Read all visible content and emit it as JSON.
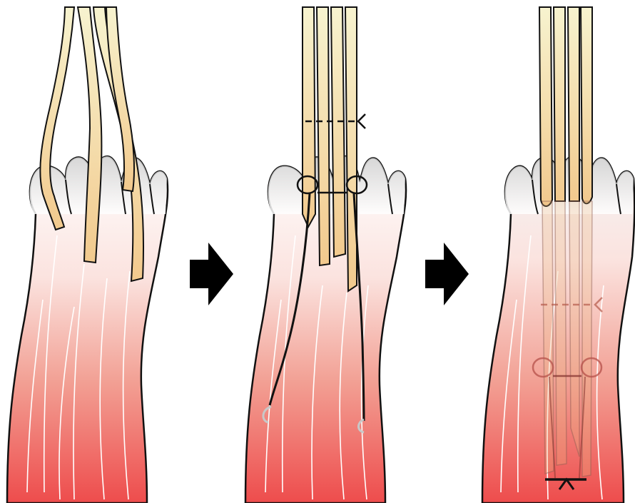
{
  "diagram": {
    "panels": [
      {
        "id": "step-1",
        "description_visible_text": ""
      },
      {
        "id": "step-2",
        "description_visible_text": ""
      },
      {
        "id": "step-3",
        "description_visible_text": ""
      }
    ],
    "colors": {
      "tendon_light": "#f7f3cf",
      "tendon_dark": "#f2c98d",
      "muscle_top": "#ffffff",
      "muscle_mid": "#f2a094",
      "muscle_bottom": "#ee4c4c",
      "outline": "#111111",
      "fiber_line": "#ffffff",
      "suture": "#111111",
      "needle": "#cccccc",
      "arrow": "#000000"
    },
    "arrows": [
      {
        "id": "arrow-1",
        "icon": "right-arrow-icon"
      },
      {
        "id": "arrow-2",
        "icon": "right-arrow-icon"
      }
    ]
  }
}
